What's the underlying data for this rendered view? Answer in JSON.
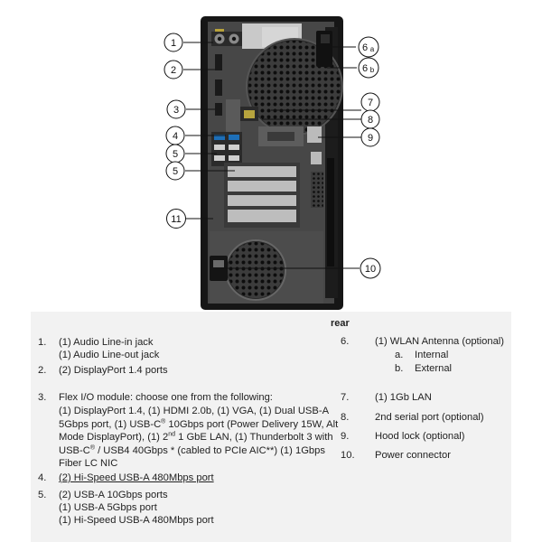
{
  "diagram": {
    "callouts": [
      "1",
      "2",
      "3",
      "4",
      "5",
      "5",
      "11",
      "6",
      "a",
      "6",
      "b",
      "7",
      "8",
      "9",
      "10"
    ]
  },
  "legend": {
    "heading": "rear",
    "items": [
      {
        "num": "1.",
        "lines": [
          "(1) Audio Line-in jack",
          "(1) Audio Line-out jack"
        ]
      },
      {
        "num": "2.",
        "lines": [
          "(2) DisplayPort 1.4 ports"
        ]
      },
      {
        "num": "3.",
        "intro": "Flex I/O module: choose one from the following:",
        "text_a": "(1) DisplayPort 1.4, (1) HDMI 2.0b, (1) VGA, (1) Dual USB-A 5Gbps port, (1) USB-C",
        "reg1": "®",
        "text_b": " 10Gbps port (Power Delivery 15W, Alt Mode DisplayPort), (1) 2",
        "sup_nd": "nd",
        "text_c": " 1 GbE LAN, (1) Thunderbolt 3 with USB-C",
        "reg2": "®",
        "text_d": " / USB4 40Gbps * (cabled to PCIe AIC**) (1) 1Gbps Fiber LC NIC"
      },
      {
        "num": "4.",
        "lines": [
          "(2) Hi-Speed USB-A 480Mbps port"
        ]
      },
      {
        "num": "5.",
        "lines": [
          "(2) USB-A 10Gbps ports",
          "(1) USB-A 5Gbps port",
          "(1) Hi-Speed USB-A 480Mbps port"
        ]
      },
      {
        "num": "6.",
        "lines": [
          "(1) WLAN Antenna (optional)"
        ],
        "sub": [
          {
            "letter": "a.",
            "label": "Internal"
          },
          {
            "letter": "b.",
            "label": "External"
          }
        ]
      },
      {
        "num": "7.",
        "lines": [
          "(1) 1Gb LAN"
        ]
      },
      {
        "num": "8.",
        "lines": [
          "2nd serial port (optional)"
        ]
      },
      {
        "num": "9.",
        "lines": [
          "Hood lock (optional)"
        ]
      },
      {
        "num": "10.",
        "lines": [
          "Power connector"
        ]
      }
    ]
  }
}
